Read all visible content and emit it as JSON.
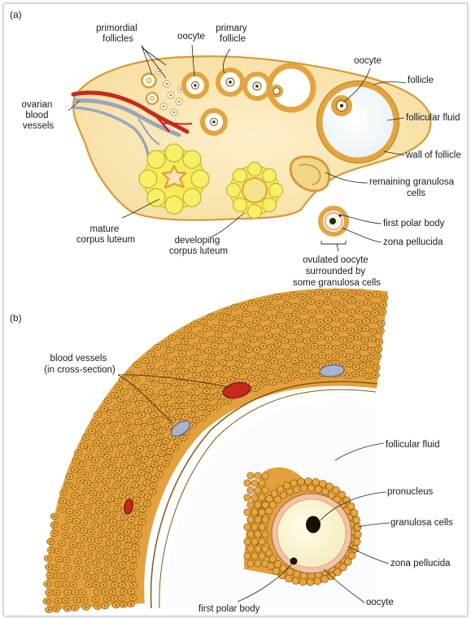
{
  "panel_a": {
    "tag": "(a)",
    "labels": {
      "primordial_follicles": [
        "primordial",
        "follicles"
      ],
      "oocyte_top": "oocyte",
      "primary_follicle": [
        "primary",
        "follicle"
      ],
      "oocyte_right": "oocyte",
      "follicle": "follicle",
      "follicular_fluid": "follicular fluid",
      "ovarian_blood_vessels": [
        "ovarian",
        "blood",
        "vessels"
      ],
      "wall_of_follicle": "wall of follicle",
      "remaining_granulosa": [
        "remaining granulosa",
        "cells"
      ],
      "first_polar_body": "first polar body",
      "zona_pellucida": "zona pellucida",
      "mature_corpus_luteum": [
        "mature",
        "corpus luteum"
      ],
      "developing_corpus_luteum": [
        "developing",
        "corpus luteum"
      ],
      "ovulated_oocyte": [
        "ovulated oocyte",
        "surrounded by",
        "some granulosa cells"
      ]
    }
  },
  "panel_b": {
    "tag": "(b)",
    "labels": {
      "blood_vessels": [
        "blood vessels",
        "(in cross-section)"
      ],
      "follicular_fluid": "follicular fluid",
      "pronucleus": "pronucleus",
      "granulosa_cells": "granulosa cells",
      "zona_pellucida": "zona pellucida",
      "oocyte": "oocyte",
      "first_polar_body": "first polar body"
    }
  },
  "colors": {
    "ovary_fill": "#fbe6b2",
    "follicle_ring": "#f0b24e",
    "corpus_luteum": "#f6ec5a",
    "artery": "#c8281e",
    "vein": "#9aa6bf",
    "cell_fill": "#e3a03c",
    "cell_outline": "#a76818"
  }
}
